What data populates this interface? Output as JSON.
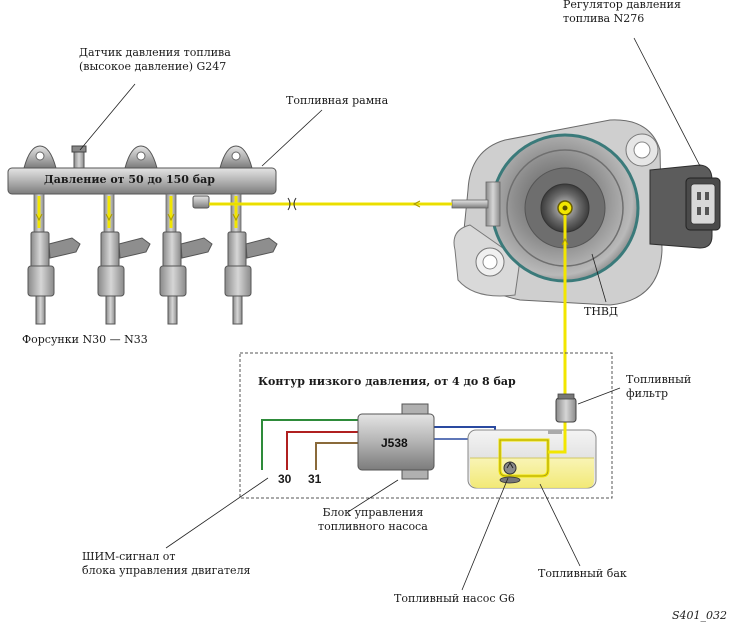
{
  "labels": {
    "pressure_sensor": [
      "Датчик давления топлива",
      "(высокое давление) G247"
    ],
    "regulator": [
      "Регулятор давления",
      "топлива N276"
    ],
    "fuel_rail": "Топливная рамна",
    "rail_pressure": "Давление от 50 до 150 бар",
    "injectors": "Форсунки N30 — N33",
    "hp_pump": "ТНВД",
    "low_pressure_circuit": "Контур низкого давления, от 4 до 8 бар",
    "fuel_filter": [
      "Топливный",
      "фильтр"
    ],
    "pump_control_unit_code": "J538",
    "pin_30": "30",
    "pin_31": "31",
    "pump_control_unit": [
      "Блок управления",
      "топливного насоса"
    ],
    "pwm_signal": [
      "ШИМ-сигнал от",
      "блока управления двигателя"
    ],
    "fuel_tank": "Топливный бак",
    "fuel_pump": "Топливный насос G6",
    "figure_id": "S401_032"
  },
  "colors": {
    "fuel_line": "#f2e600",
    "fuel_line_edge": "#a89a00",
    "wire_green": "#2e8b3a",
    "wire_red": "#b02020",
    "wire_brown": "#8a6a3a",
    "wire_blue": "#2a4aa0",
    "component_gray": "#9a9a9a",
    "pump_teal": "#3a7a7a"
  }
}
